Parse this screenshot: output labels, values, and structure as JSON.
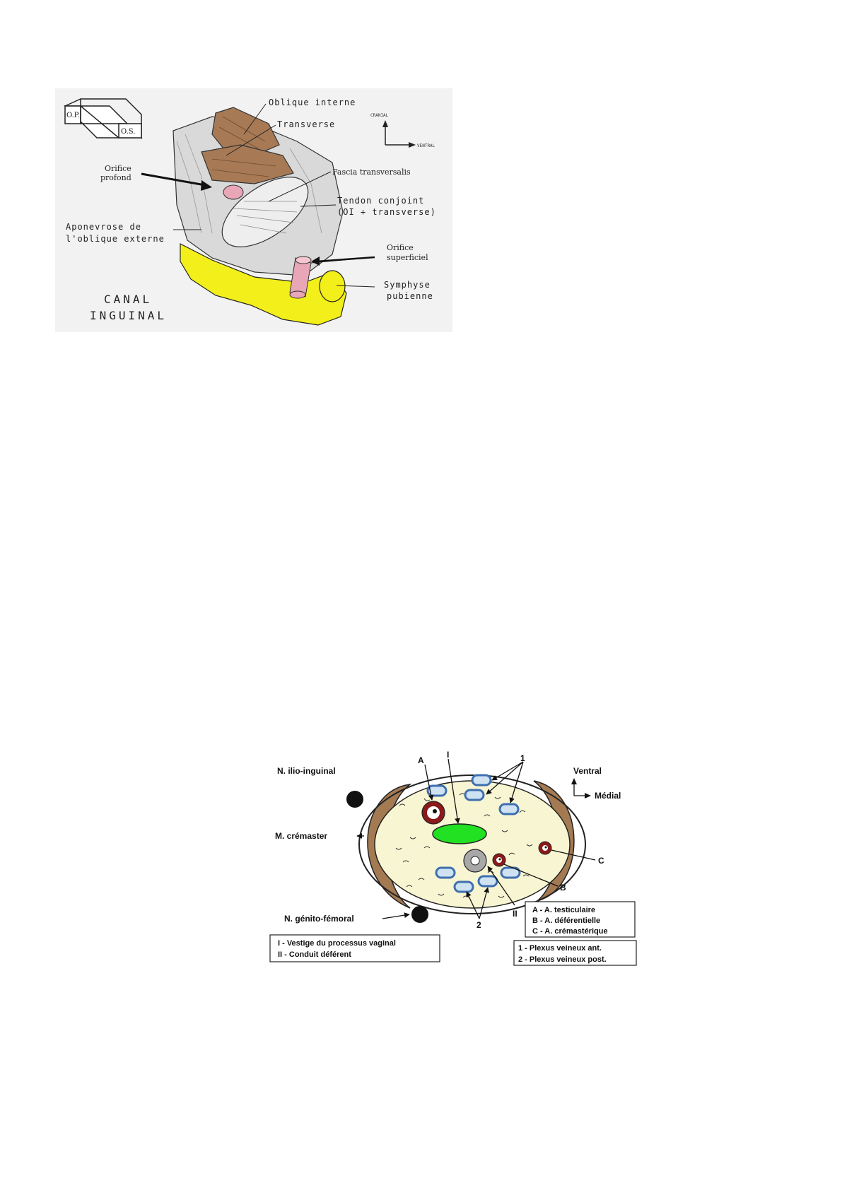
{
  "figure1": {
    "box_op": "O.P.",
    "box_os": "O.S.",
    "labels": {
      "oblique_interne": "Oblique interne",
      "transverse": "Transverse",
      "orifice_profond_1": "Orifice",
      "orifice_profond_2": "profond",
      "fascia": "Fascia transversalis",
      "tendon_1": "Tendon conjoint",
      "tendon_2": "(OI + transverse)",
      "aponevrose_1": "Aponevrose de",
      "aponevrose_2": "l'oblique externe",
      "orifice_superficiel_1": "Orifice",
      "orifice_superficiel_2": "superficiel",
      "symphyse_1": "Symphyse",
      "symphyse_2": "pubienne",
      "title_1": "CANAL",
      "title_2": "INGUINAL",
      "cranial": "CRANIAL",
      "ventral": "VENTRAL"
    },
    "colors": {
      "muscle": "#a77a55",
      "pubis": "#f2ef1a",
      "fascia_gray": "#d9d9d9",
      "cord": "#e9a6b6"
    }
  },
  "figure2": {
    "labels": {
      "ilio_inguinal": "N. ilio-inguinal",
      "cremaster": "M. crémaster",
      "genito_femoral": "N. génito-fémoral",
      "ventral": "Ventral",
      "medial": "Médial",
      "A": "A",
      "I": "I",
      "one": "1",
      "two": "2",
      "C": "C",
      "B": "B",
      "II": "II"
    },
    "legend_left": [
      "I - Vestige du processus vaginal",
      "II - Conduit déférent"
    ],
    "legend_right_top": [
      "A - A. testiculaire",
      "B - A. déférentielle",
      "C - A. crémastérique"
    ],
    "legend_right_bottom": [
      "1 - Plexus veineux ant.",
      "2 - Plexus veineux post."
    ],
    "colors": {
      "cremaster": "#a47a52",
      "cord_fill": "#f8f6d2",
      "vein": "#3f6fb0",
      "vein_fill": "#cfe2f2",
      "artery": "#8b1a1a",
      "vestige": "#22e022",
      "deferent": "#a8a8a8"
    }
  }
}
